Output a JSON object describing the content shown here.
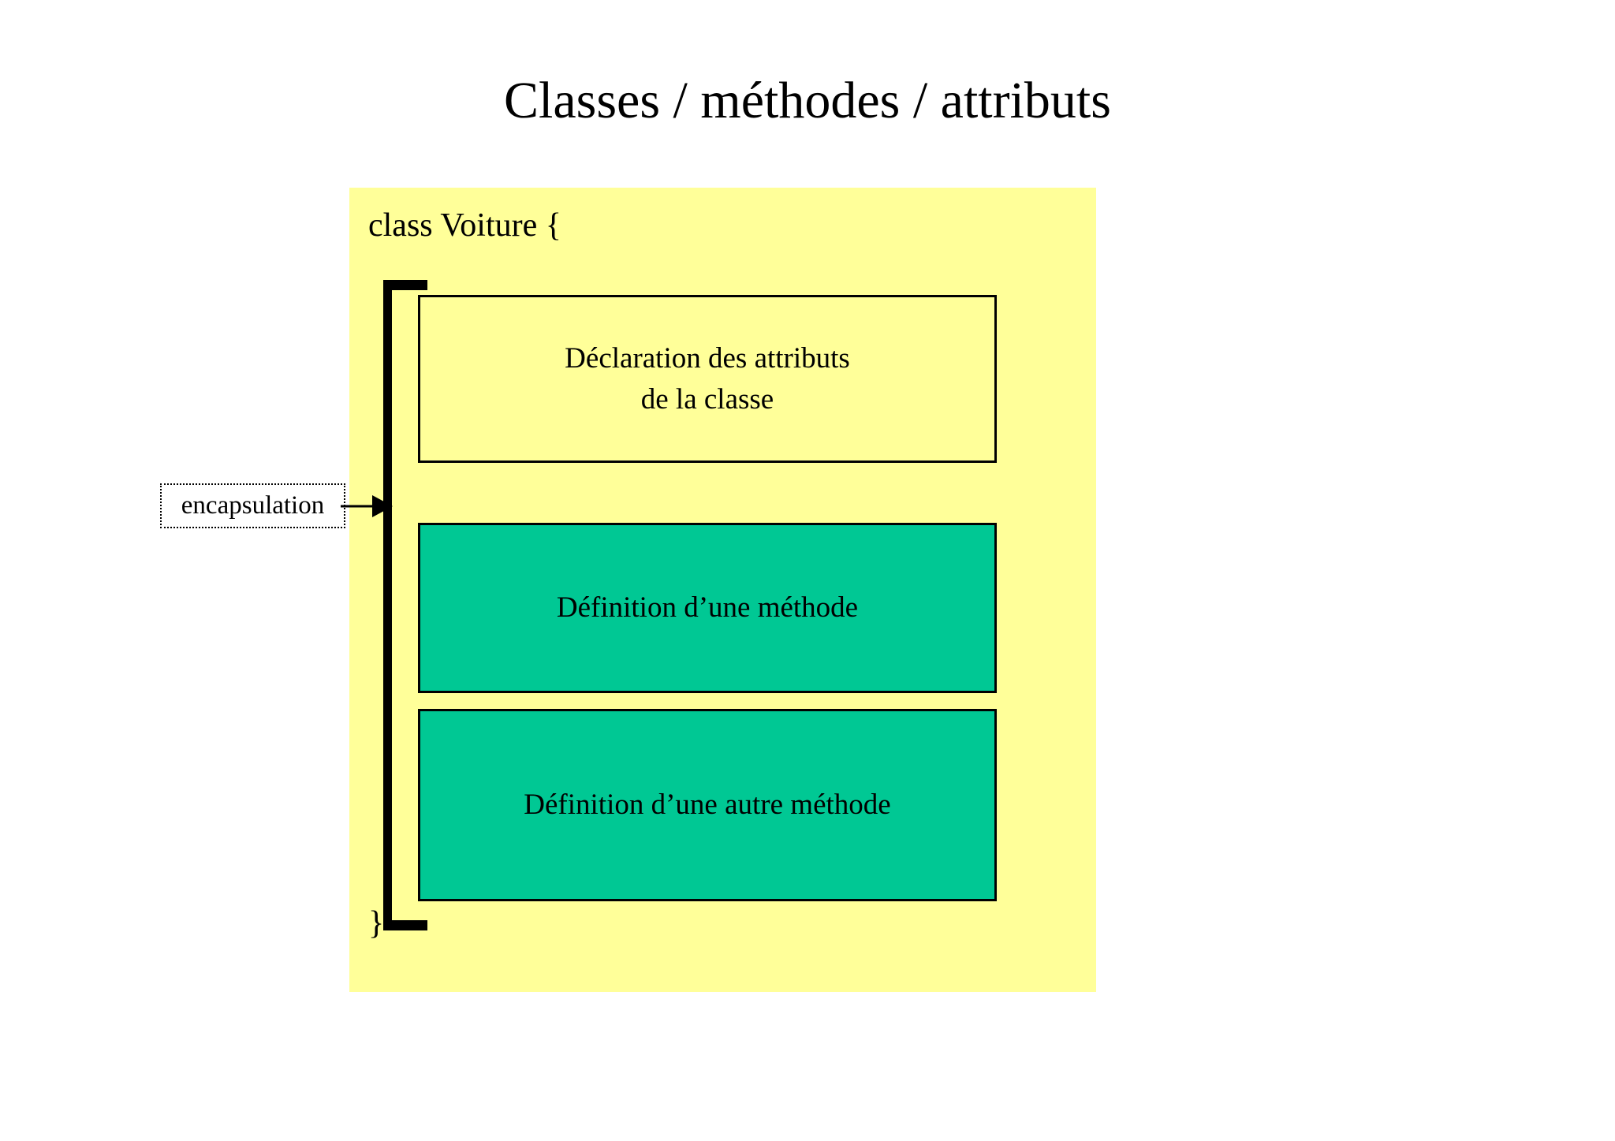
{
  "slide": {
    "title": "Classes / méthodes / attributs",
    "background_color": "#ffffff"
  },
  "class_panel": {
    "background_color": "#ffff99",
    "header": "class Voiture {",
    "footer": "}"
  },
  "attributes_box": {
    "background_color": "#ffff99",
    "border_color": "#000000",
    "line1": "Déclaration des attributs",
    "line2": "de la classe"
  },
  "method_boxes": [
    {
      "label": "Définition d’une méthode",
      "background_color": "#00c894",
      "border_color": "#000000"
    },
    {
      "label": "Définition d’une autre méthode",
      "background_color": "#00c894",
      "border_color": "#000000"
    }
  ],
  "encapsulation": {
    "label": "encapsulation",
    "label_background_color": "#ffffff",
    "label_border_style": "dotted",
    "bracket_color": "#000000",
    "arrow_color": "#000000",
    "arrow_icon": "arrow-right-icon"
  }
}
